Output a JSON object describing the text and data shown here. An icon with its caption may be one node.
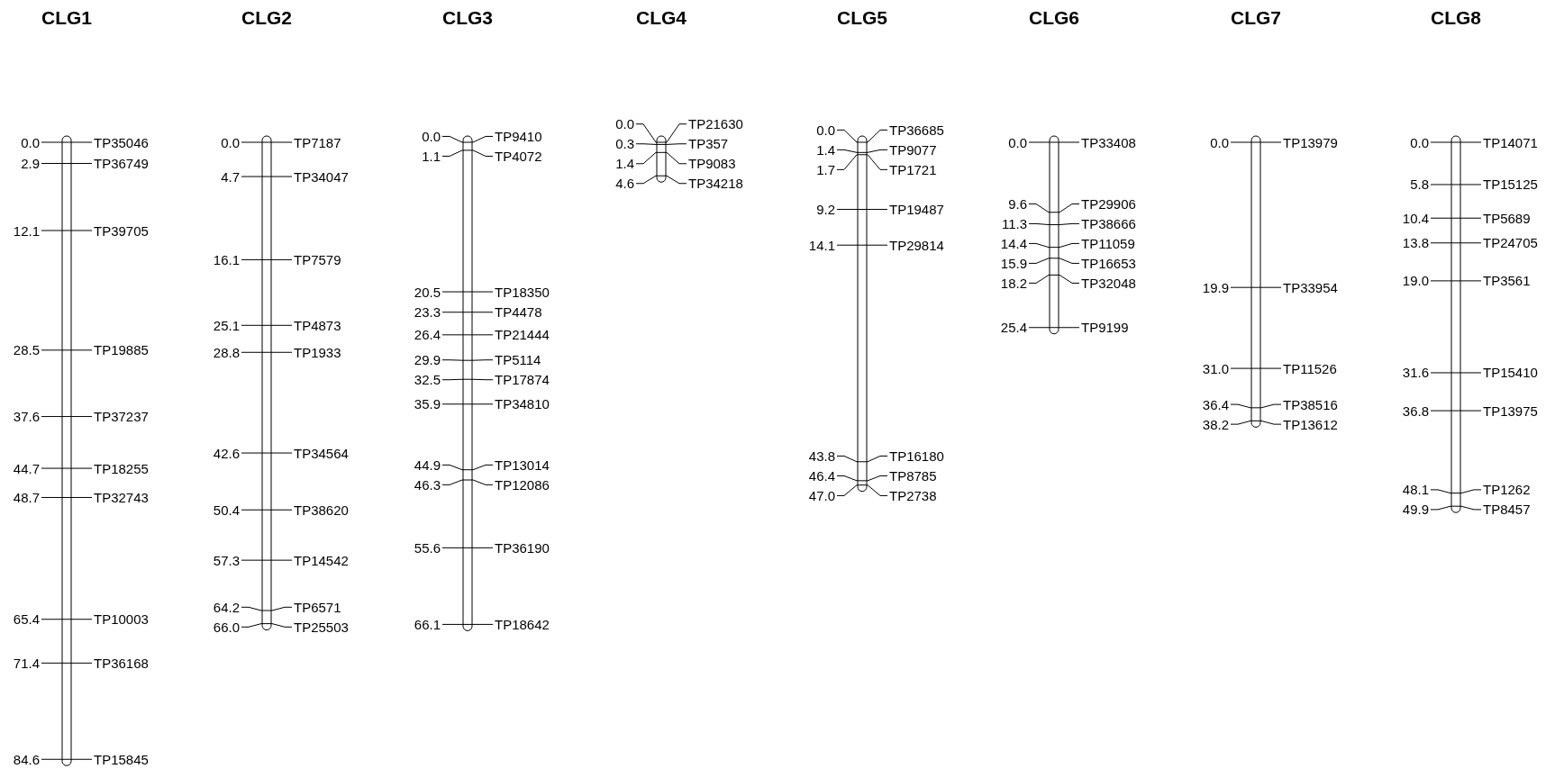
{
  "diagram": {
    "nodes": [
      {
        "text": [
          "CLG1"
        ],
        "beside": [
          "0.0",
          "TP35046",
          "2.9",
          "TP36749",
          "12.1",
          "TP39705",
          "28.5",
          "TP19885",
          "37.6",
          "TP37237",
          "44.7",
          "TP18255",
          "48.7",
          "TP32743",
          "65.4",
          "TP10003",
          "71.4",
          "TP36168",
          "84.6",
          "TP15845"
        ]
      },
      {
        "text": [
          "CLG2"
        ],
        "beside": [
          "0.0",
          "TP7187",
          "4.7",
          "TP34047",
          "16.1",
          "TP7579",
          "25.1",
          "TP4873",
          "28.8",
          "TP1933",
          "42.6",
          "TP34564",
          "50.4",
          "TP38620",
          "57.3",
          "TP14542",
          "64.2",
          "TP6571",
          "66.0",
          "TP25503"
        ]
      },
      {
        "text": [
          "CLG3"
        ],
        "beside": [
          "0.0",
          "TP9410",
          "1.1",
          "TP4072",
          "20.5",
          "TP18350",
          "23.3",
          "TP4478",
          "26.4",
          "TP21444",
          "29.9",
          "TP5114",
          "32.5",
          "TP17874",
          "35.9",
          "TP34810",
          "44.9",
          "TP13014",
          "46.3",
          "TP12086",
          "55.6",
          "TP36190",
          "66.1",
          "TP18642"
        ]
      },
      {
        "text": [
          "CLG4"
        ],
        "beside": [
          "0.0",
          "TP21630",
          "0.3",
          "TP357",
          "1.4",
          "TP9083",
          "4.6",
          "TP34218"
        ]
      },
      {
        "text": [
          "CLG5"
        ],
        "beside": [
          "0.0",
          "TP36685",
          "1.4",
          "TP9077",
          "1.7",
          "TP1721",
          "9.2",
          "TP19487",
          "14.1",
          "TP29814",
          "43.8",
          "TP16180",
          "46.4",
          "TP8785",
          "47.0",
          "TP2738"
        ]
      },
      {
        "text": [
          "CLG6"
        ],
        "beside": [
          "0.0",
          "TP33408",
          "9.6",
          "TP29906",
          "11.3",
          "TP38666",
          "14.4",
          "TP11059",
          "15.9",
          "TP16653",
          "18.2",
          "TP32048",
          "25.4",
          "TP9199"
        ]
      },
      {
        "text": [
          "CLG7"
        ],
        "beside": [
          "0.0",
          "TP13979",
          "19.9",
          "TP33954",
          "31.0",
          "TP11526",
          "36.4",
          "TP38516",
          "38.2",
          "TP13612"
        ]
      },
      {
        "text": [
          "CLG8"
        ],
        "beside": [
          "0.0",
          "TP14071",
          "5.8",
          "TP15125",
          "10.4",
          "TP5689",
          "13.8",
          "TP24705",
          "19.0",
          "TP3561",
          "31.6",
          "TP15410",
          "36.8",
          "TP13975",
          "48.1",
          "TP1262",
          "49.9",
          "TP8457"
        ]
      }
    ]
  }
}
